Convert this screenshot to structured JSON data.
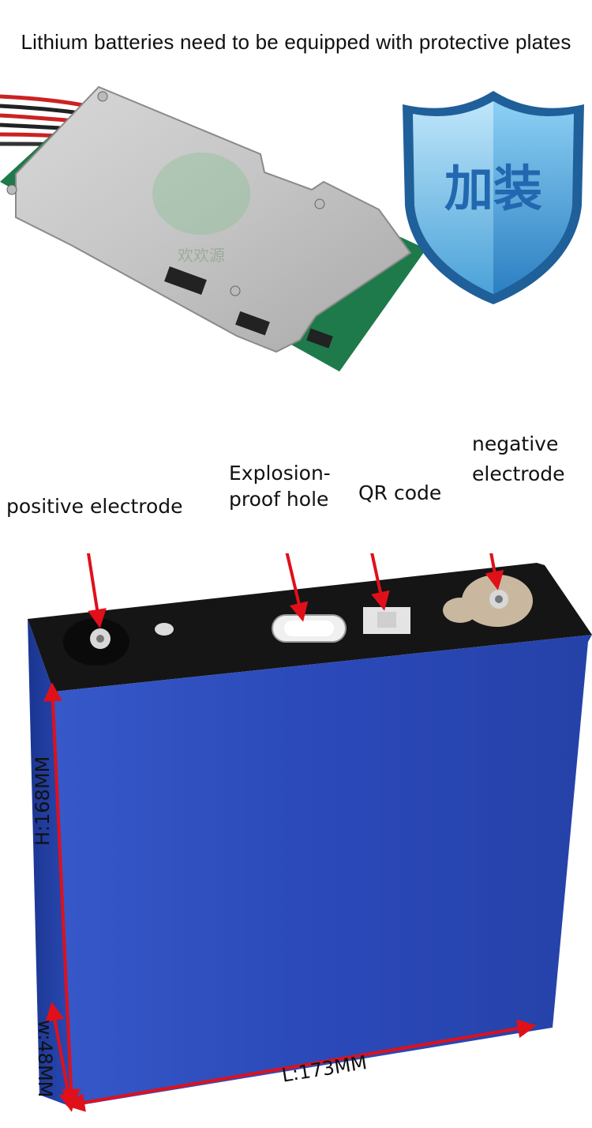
{
  "headline": "Lithium batteries need to be equipped with protective plates",
  "pcb": {
    "watermark_text": "欢欢源"
  },
  "shield": {
    "text": "加装"
  },
  "callouts": {
    "positive": "positive electrode",
    "explosion_line1": "Explosion-",
    "explosion_line2": "proof hole",
    "qr": "QR code",
    "negative_line1": "negative",
    "negative_line2": "electrode"
  },
  "dimensions": {
    "height": "H:168MM",
    "width": "w:48MM",
    "length": "L:173MM"
  },
  "colors": {
    "battery_blue": "#2a48b8",
    "arrow_red": "#e0101a",
    "shield_blue": "#5bb6e8"
  }
}
